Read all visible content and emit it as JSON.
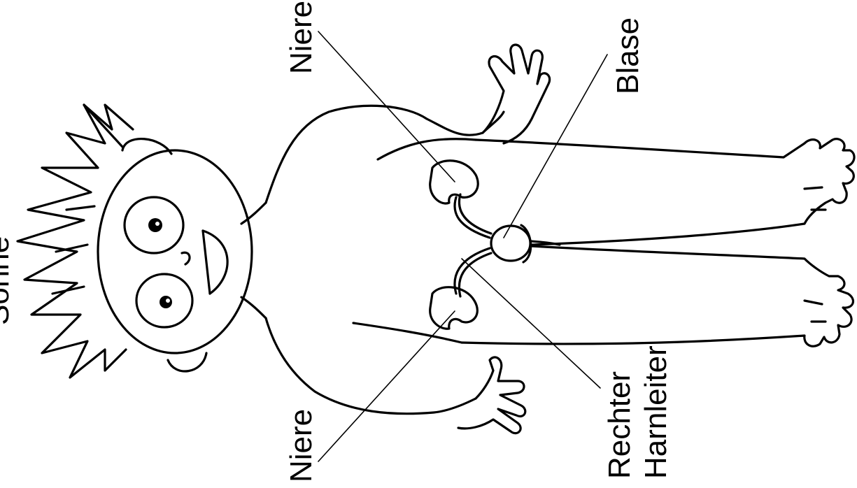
{
  "labels": {
    "top_left_partial": "Sohne",
    "kidney_top": "Niere",
    "bladder": "Blase",
    "kidney_bottom": "Niere",
    "ureter_line1": "Rechter",
    "ureter_line2": "Harnleiter"
  },
  "icons": [
    "boy-figure-icon",
    "kidney-icon",
    "bladder-icon",
    "ureter-icon"
  ],
  "colors": {
    "ink": "#000000",
    "paper": "#ffffff"
  }
}
